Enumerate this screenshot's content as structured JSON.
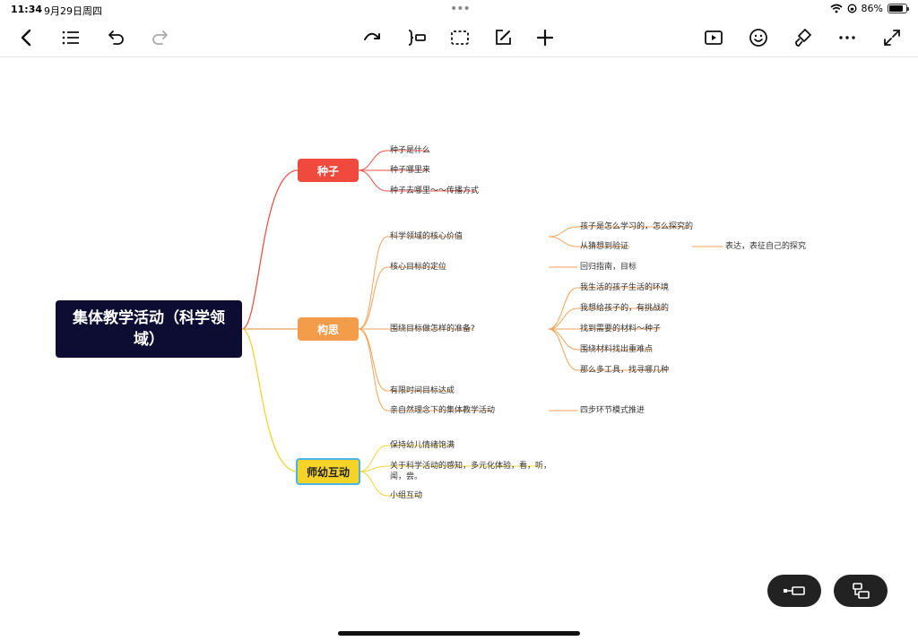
{
  "status_bar": {
    "time": "11:34",
    "date": "9月29日周四",
    "battery_percent": "86%",
    "battery_level": 0.86
  },
  "toolbar": {
    "left": [
      "back-icon",
      "outline-list-icon",
      "undo-icon",
      "redo-icon"
    ],
    "center": [
      "branch-arc-icon",
      "insert-child-icon",
      "select-frame-icon",
      "edit-note-icon",
      "add-icon"
    ],
    "right": [
      "present-play-icon",
      "emoji-icon",
      "format-brush-icon",
      "more-icon",
      "fullscreen-icon"
    ]
  },
  "mindmap": {
    "root": "集体教学活动（科学领域）",
    "branches": [
      {
        "label": "种子",
        "color": "#f04a3e",
        "leaves": [
          "种子是什么",
          "种子哪里来",
          "种子去哪里～～传播方式"
        ]
      },
      {
        "label": "构思",
        "color": "#f39c4a",
        "leaves": [
          {
            "label": "科学领域的核心价值",
            "children": [
              {
                "label": "孩子是怎么学习的，怎么探究的"
              },
              {
                "label": "从猜想到验证",
                "children": [
                  {
                    "label": "表达，表征自己的探究"
                  }
                ]
              }
            ]
          },
          {
            "label": "核心目标的定位",
            "children": [
              {
                "label": "回归指南，目标"
              }
            ]
          },
          {
            "label": "围绕目标做怎样的准备?",
            "children": [
              {
                "label": "我生活的孩子生活的环境"
              },
              {
                "label": "我想给孩子的，有挑战的"
              },
              {
                "label": "找到需要的材料～种子"
              },
              {
                "label": "围绕材料找出重难点"
              },
              {
                "label": "那么多工具，找寻哪几种"
              }
            ]
          },
          {
            "label": "有限时间目标达成"
          },
          {
            "label": "亲自然理念下的集体教学活动",
            "children": [
              {
                "label": "四步环节模式推进"
              }
            ]
          }
        ]
      },
      {
        "label": "师幼互动",
        "color": "#f5d327",
        "selected_border": "#49b4e8",
        "leaves": [
          "保持幼儿情绪饱满",
          "关于科学活动的感知，多元化体验，看，听，闻，尝。",
          "小组互动"
        ]
      }
    ]
  },
  "floating_buttons": [
    "insert-sibling-icon",
    "insert-subtopic-icon"
  ]
}
